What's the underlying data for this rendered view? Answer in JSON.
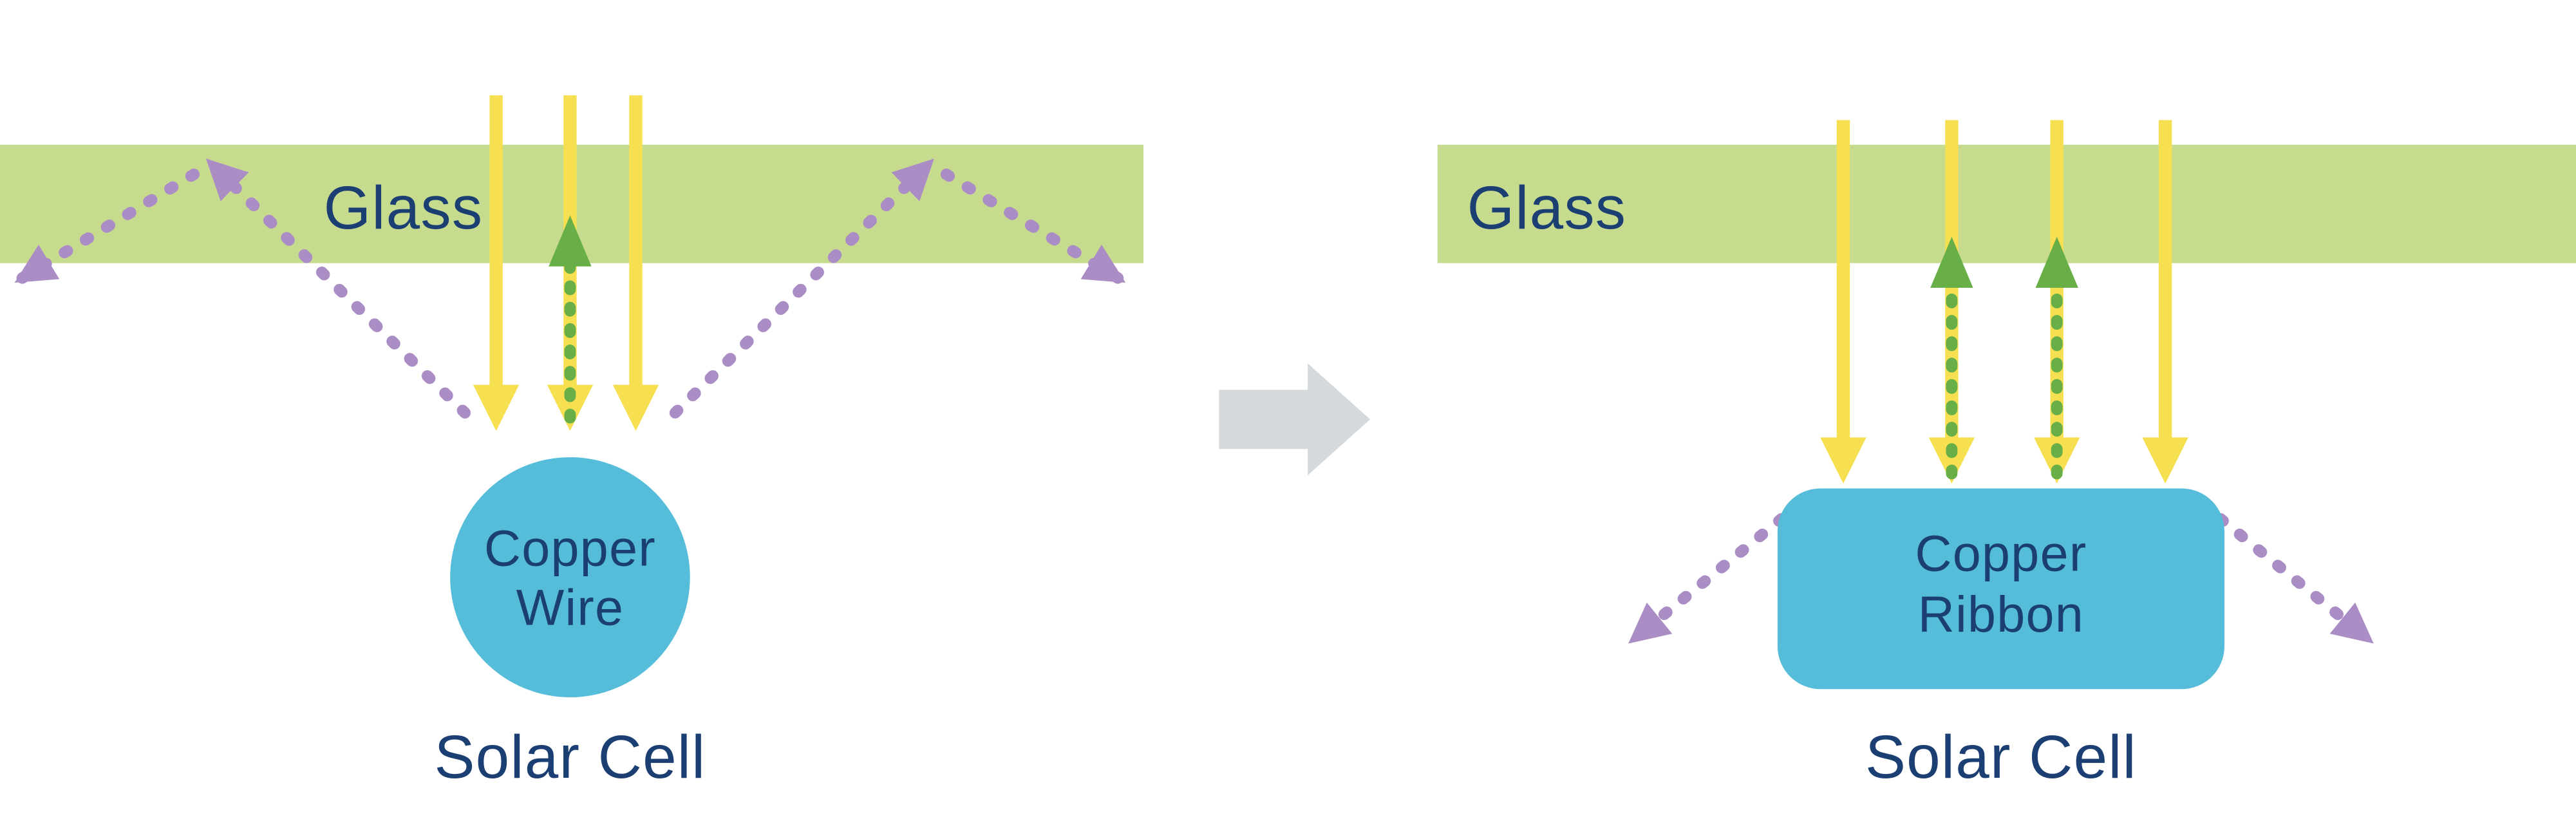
{
  "left_panel": {
    "glass_label": "Glass",
    "conductor_line1": "Copper",
    "conductor_line2": "Wire",
    "cell_label": "Solar Cell"
  },
  "right_panel": {
    "glass_label": "Glass",
    "conductor_line1": "Copper",
    "conductor_line2": "Ribbon",
    "cell_label": "Solar Cell"
  },
  "colors": {
    "glass_green": "#c7db8f",
    "sunlight_yellow": "#f6e052",
    "reflected_purple": "#aa8dc5",
    "absorbed_green": "#69af47",
    "copper_blue": "#55bdd9",
    "label_navy": "#1b3f72",
    "transform_gray": "#d3d9dc",
    "background": "#ffffff"
  }
}
